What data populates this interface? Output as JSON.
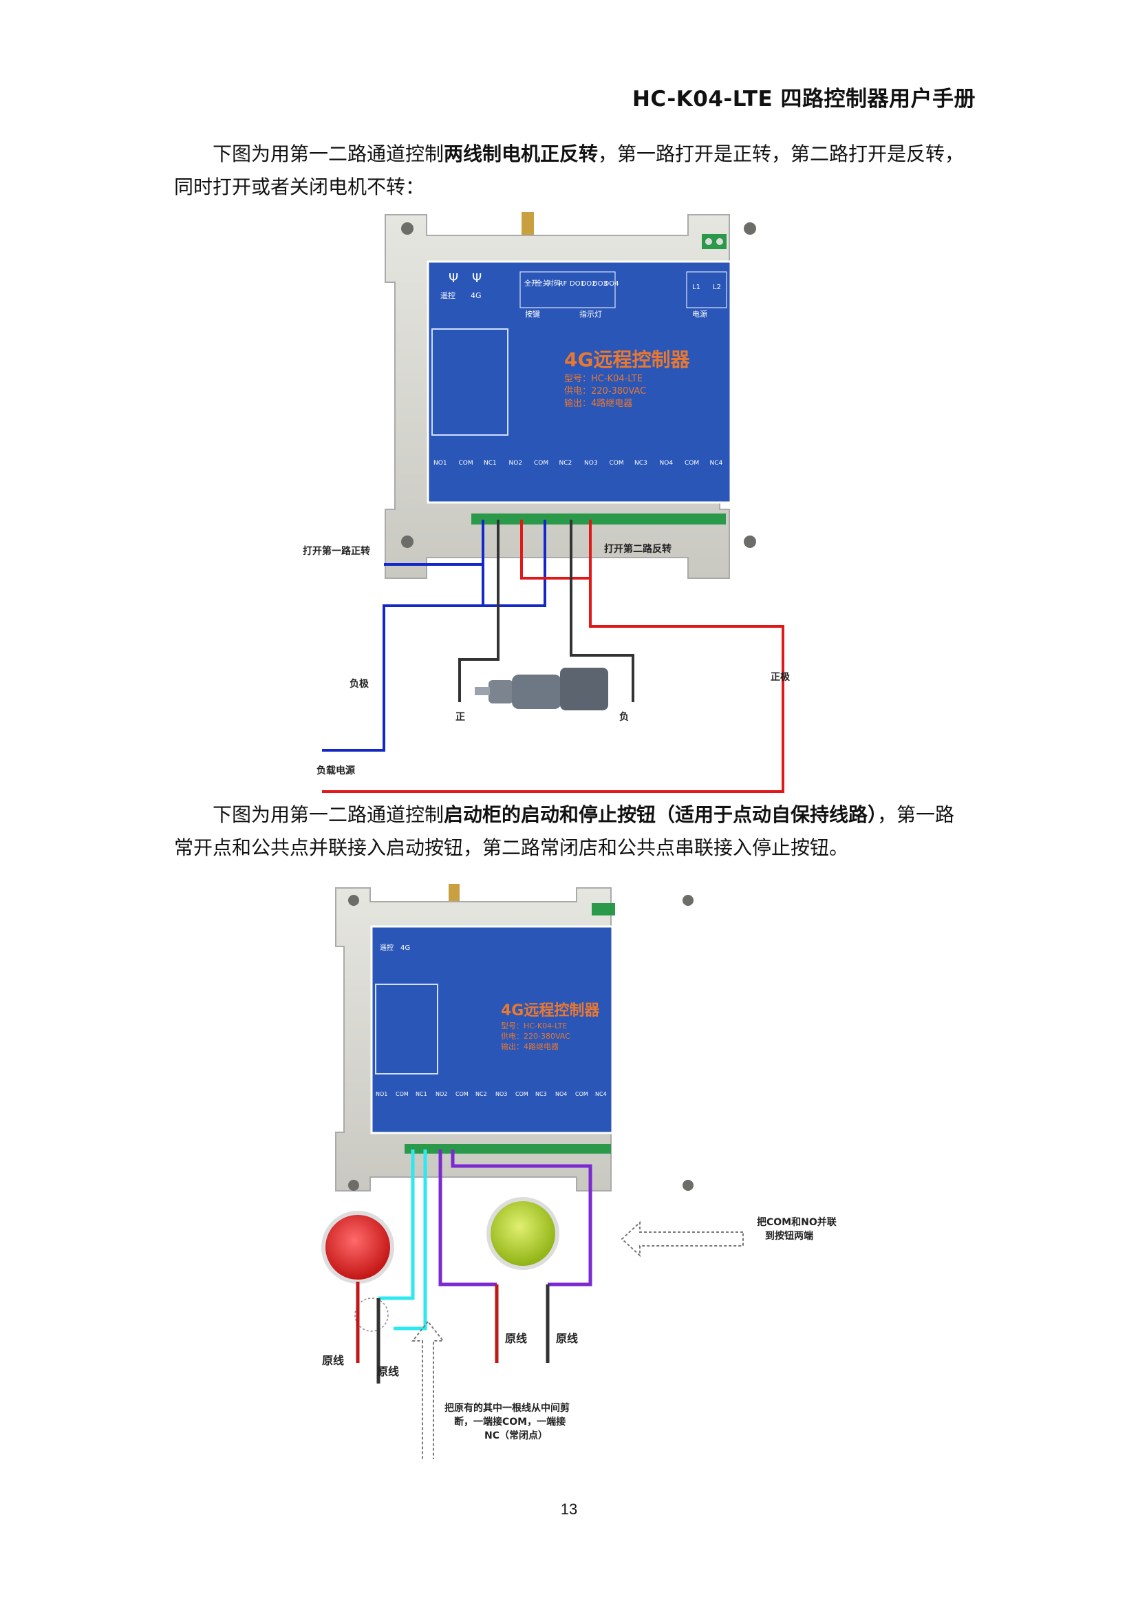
{
  "header": {
    "title": "HC-K04-LTE 四路控制器用户手册"
  },
  "para1": {
    "pre": "下图为用第一二路通道控制",
    "bold": "两线制电机正反转",
    "post": "，第一路打开是正转，第二路打开是反转，同时打开或者关闭电机不转："
  },
  "para2": {
    "pre": "下图为用第一二路通道控制",
    "bold": "启动柜的启动和停止按钮（适用于点动自保持线路）",
    "post": "，第一路常开点和公共点并联接入启动按钮，第二路常闭店和公共点串联接入停止按钮。"
  },
  "device": {
    "remote": "遥控",
    "net": "4G",
    "btn_labels": [
      "全开",
      "全关",
      "对码",
      "RF"
    ],
    "led_labels": [
      "DO1",
      "DO2",
      "DO3",
      "DO4"
    ],
    "power_labels": [
      "L1",
      "L2"
    ],
    "group_keys": "按键",
    "group_leds": "指示灯",
    "group_power": "电源",
    "title": "4G远程控制器",
    "model": "型号：HC-K04-LTE",
    "supply": "供电：220-380VAC",
    "output": "输出：4路继电器",
    "terminals": [
      "NO1",
      "COM",
      "NC1",
      "NO2",
      "COM",
      "NC2",
      "NO3",
      "COM",
      "NC3",
      "NO4",
      "COM",
      "NC4"
    ]
  },
  "fig1": {
    "label_open1": "打开第一路正转",
    "label_open2": "打开第二路反转",
    "label_negative": "负极",
    "label_positive": "正极",
    "label_load_power": "负载电源",
    "motor_pos": "正",
    "motor_neg": "负"
  },
  "fig2": {
    "note_parallel_1": "把COM和NO并联",
    "note_parallel_2": "到按钮两端",
    "wire1": "原线",
    "wire2": "原线",
    "wire3": "原线",
    "wire4": "原线",
    "note_cut_1": "把原有的其中一根线从中间剪",
    "note_cut_2": "断，一端接COM，一端接",
    "note_cut_3": "NC（常闭点）"
  },
  "page_number": "13",
  "colors": {
    "panel_blue": "#2a56b8",
    "wire_blue": "#1428c8",
    "wire_red": "#e01818",
    "wire_cyan": "#2ee8f0",
    "wire_purple": "#7a2ad0"
  }
}
